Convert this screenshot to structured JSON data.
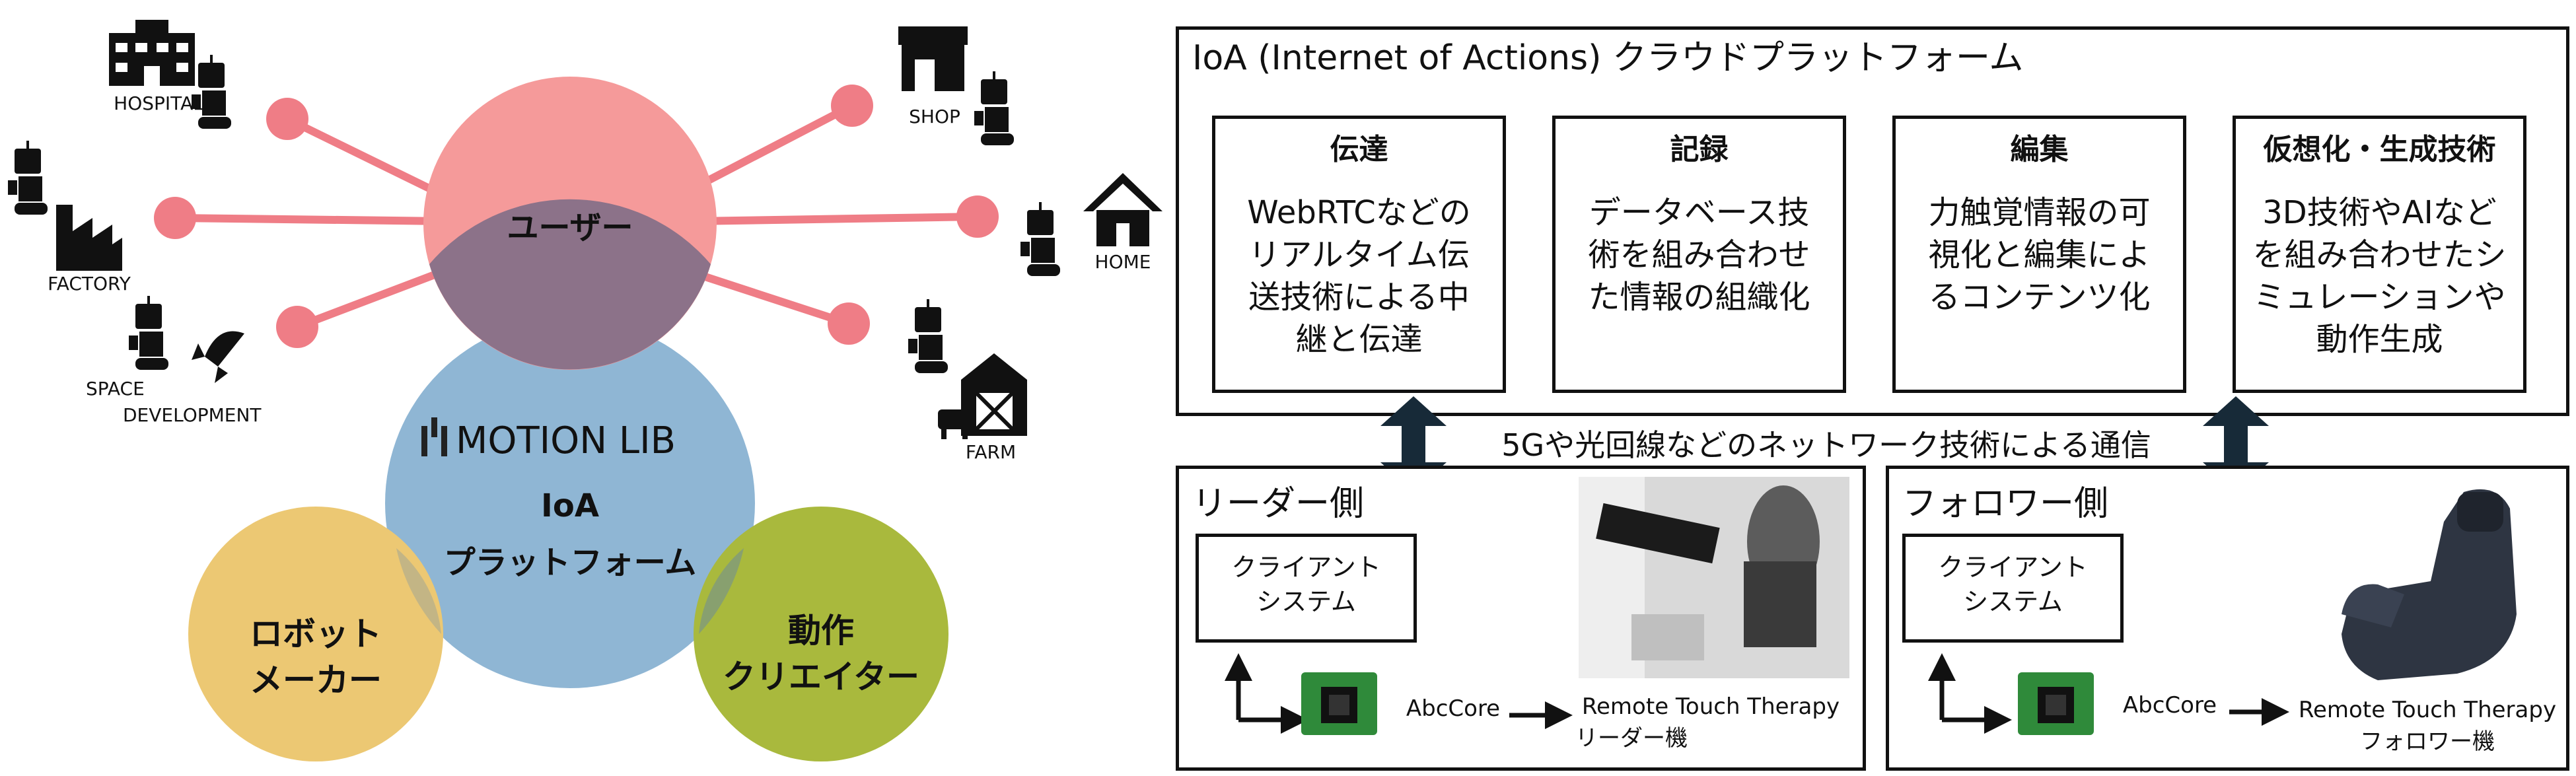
{
  "left": {
    "user": "ユーザー",
    "motion_lib": "MOTION LIB",
    "ioa": "IoA",
    "platform": "プラットフォーム",
    "robot_maker_1": "ロボット",
    "robot_maker_2": "メーカー",
    "creator_1": "動作",
    "creator_2": "クリエイター",
    "hospital": "HOSPITAL",
    "factory": "FACTORY",
    "space_1": "SPACE",
    "space_2": "DEVELOPMENT",
    "shop": "SHOP",
    "home": "HOME",
    "farm": "FARM"
  },
  "cloud": {
    "title": "IoA (Internet of Actions) クラウドプラットフォーム",
    "cards": [
      {
        "title": "伝達",
        "body": "WebRTCなどの\nリアルタイム伝\n送技術による中\n継と伝達"
      },
      {
        "title": "記録",
        "body": "データベース技\n術を組み合わせ\nた情報の組織化"
      },
      {
        "title": "編集",
        "body": "力触覚情報の可\n視化と編集によ\nるコンテンツ化"
      },
      {
        "title": "仮想化・生成技術",
        "body": "3D技術やAIなど\nを組み合わせたシ\nミュレーションや\n動作生成"
      }
    ]
  },
  "network": "5Gや光回線などのネットワーク技術による通信",
  "leader": {
    "title": "リーダー側",
    "client": "クライアント\nシステム",
    "abccore": "AbcCore",
    "device_1": "Remote Touch Therapy",
    "device_2": "リーダー機"
  },
  "follower": {
    "title": "フォロワー側",
    "client": "クライアント\nシステム",
    "abccore": "AbcCore",
    "device_1": "Remote Touch Therapy",
    "device_2": "フォロワー機"
  },
  "colors": {
    "user": "#f59a9a",
    "platform": "#8fb6d4",
    "robot_maker": "#ecc873",
    "creator": "#a9b93d",
    "arrow": "#172a38"
  }
}
